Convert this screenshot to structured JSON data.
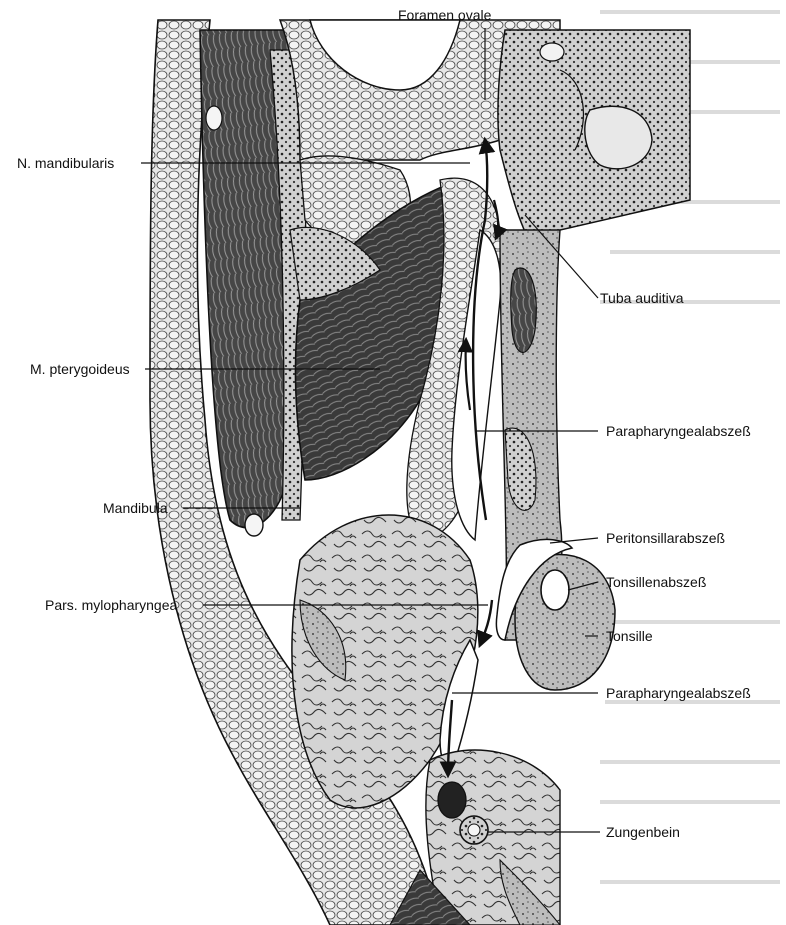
{
  "figure": {
    "labels": {
      "foramen_ovale": "Foramen ovale",
      "n_mandibularis": "N. mandibularis",
      "tuba_auditiva": "Tuba auditiva",
      "m_pterygoideus": "M. pterygoideus",
      "parapharyngealabszess_upper": "Parapharyngealabszeß",
      "mandibula": "Mandibula",
      "peritonsillarabszess": "Peritonsillarabszeß",
      "tonsillenabszess": "Tonsillenabszeß",
      "pars_mylopharyngea": "Pars. mylopharyngea",
      "tonsille": "Tonsille",
      "parapharyngealabszess_lower": "Parapharyngealabszeß",
      "zungenbein": "Zungenbein"
    }
  },
  "colors": {
    "ink": "#111111",
    "tissue_light": "#d8d8d8",
    "tissue_mid": "#a8a8a8",
    "muscle_dark": "#3a3a3a",
    "bone_hatch": "#7a7a7a",
    "paper": "#ffffff",
    "bleed_text": "#9a9a9a"
  }
}
